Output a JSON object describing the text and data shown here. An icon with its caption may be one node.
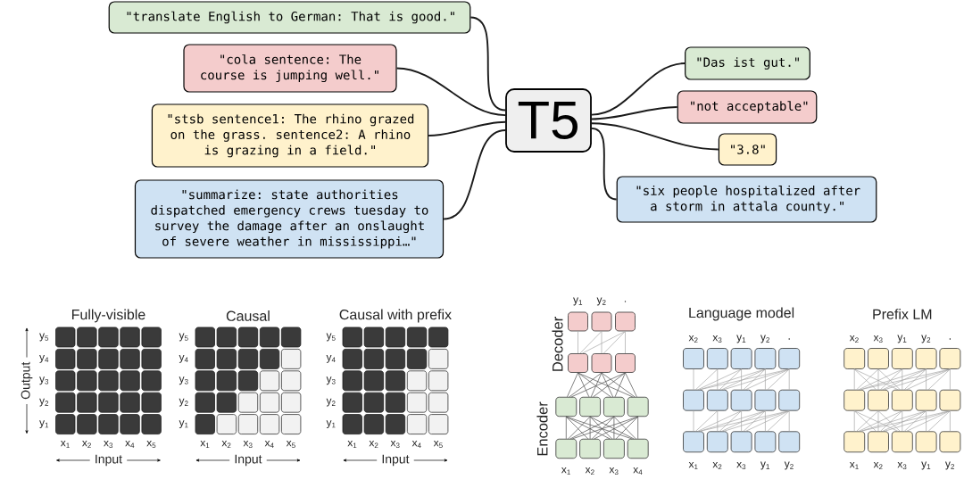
{
  "diagram": {
    "nodes": [
      {
        "text": [
          "\"translate English to German: That is good.\""
        ]
      },
      {
        "text": [
          "\"cola sentence: The course is jumping well.\""
        ]
      },
      {
        "text": [
          "\"stsb sentence1: The rhino grazed on the grass. sentence2: A rhino is grazing in a field.\""
        ]
      },
      {
        "text": [
          "\"summarize: state authorities dispatched emergency crews tuesday to survey the damage after an onslaught of severe weather in mississippi…\""
        ]
      },
      {
        "text": [
          "T5"
        ]
      },
      {
        "text": [
          "\"Das ist gut.\""
        ]
      },
      {
        "text": [
          "\"not acceptable\""
        ]
      },
      {
        "text": [
          "\"3.8\""
        ]
      },
      {
        "text": [
          "\"six people hospitalized after a storm in attala county.\""
        ]
      },
      {
        "text": [],
        "shape": "box"
      },
      {
        "text": [],
        "shape": "box"
      },
      {
        "text": [],
        "shape": "box"
      },
      {
        "text": [],
        "shape": "box"
      },
      {
        "text": [],
        "shape": "box"
      },
      {
        "text": [],
        "shape": "box"
      },
      {
        "text": [],
        "shape": "box"
      },
      {
        "text": [],
        "shape": "box"
      },
      {
        "text": [],
        "shape": "box"
      },
      {
        "text": [],
        "shape": "box"
      },
      {
        "text": [],
        "shape": "box"
      },
      {
        "text": [],
        "shape": "box"
      },
      {
        "text": [],
        "shape": "box"
      },
      {
        "text": [],
        "shape": "box"
      },
      {
        "text": [],
        "shape": "box"
      },
      {
        "text": [],
        "shape": "box"
      },
      {
        "text": [],
        "shape": "box"
      },
      {
        "text": [],
        "shape": "box"
      },
      {
        "text": [],
        "shape": "box"
      },
      {
        "text": [],
        "shape": "box"
      },
      {
        "text": [],
        "shape": "box"
      },
      {
        "text": [],
        "shape": "box"
      },
      {
        "text": [],
        "shape": "box"
      },
      {
        "text": [],
        "shape": "box"
      },
      {
        "text": [],
        "shape": "box"
      },
      {
        "text": [],
        "shape": "box"
      },
      {
        "text": [],
        "shape": "box"
      },
      {
        "text": [],
        "shape": "box"
      },
      {
        "text": [],
        "shape": "box"
      },
      {
        "text": [],
        "shape": "box"
      },
      {
        "text": [],
        "shape": "box"
      },
      {
        "text": [],
        "shape": "box"
      },
      {
        "text": [],
        "shape": "box"
      },
      {
        "text": [],
        "shape": "box"
      },
      {
        "text": [],
        "shape": "box"
      },
      {
        "text": [],
        "shape": "box"
      },
      {
        "text": [],
        "shape": "box"
      },
      {
        "text": [],
        "shape": "box"
      },
      {
        "text": [],
        "shape": "box"
      },
      {
        "text": [],
        "shape": "box"
      },
      {
        "text": [],
        "shape": "box"
      },
      {
        "text": [],
        "shape": "box"
      },
      {
        "text": [],
        "shape": "box"
      },
      {
        "text": [],
        "shape": "box"
      }
    ],
    "edges": [
      {
        "from": 0,
        "to": 4,
        "arrow": "none",
        "color": "#1a1a1a"
      },
      {
        "from": 1,
        "to": 4,
        "arrow": "none",
        "color": "#1a1a1a"
      },
      {
        "from": 2,
        "to": 4,
        "arrow": "none",
        "color": "#1a1a1a"
      },
      {
        "from": 3,
        "to": 4,
        "arrow": "none",
        "color": "#1a1a1a"
      },
      {
        "from": 4,
        "to": 5,
        "arrow": "none",
        "color": "#1a1a1a"
      },
      {
        "from": 4,
        "to": 6,
        "arrow": "none",
        "color": "#1a1a1a"
      },
      {
        "from": 4,
        "to": 7,
        "arrow": "none",
        "color": "#1a1a1a"
      },
      {
        "from": 4,
        "to": 8,
        "arrow": "none",
        "color": "#1a1a1a"
      },
      {
        "from": 19,
        "to": 15,
        "arrow": "none",
        "color": "#4d4d4d"
      },
      {
        "from": 19,
        "to": 16,
        "arrow": "none",
        "color": "#4d4d4d"
      },
      {
        "from": 19,
        "to": 17,
        "arrow": "none",
        "color": "#4d4d4d"
      },
      {
        "from": 19,
        "to": 18,
        "arrow": "none",
        "color": "#4d4d4d"
      },
      {
        "from": 20,
        "to": 15,
        "arrow": "none",
        "color": "#4d4d4d"
      },
      {
        "from": 20,
        "to": 16,
        "arrow": "none",
        "color": "#4d4d4d"
      },
      {
        "from": 20,
        "to": 17,
        "arrow": "none",
        "color": "#4d4d4d"
      },
      {
        "from": 20,
        "to": 18,
        "arrow": "none",
        "color": "#4d4d4d"
      },
      {
        "from": 21,
        "to": 15,
        "arrow": "none",
        "color": "#4d4d4d"
      },
      {
        "from": 21,
        "to": 16,
        "arrow": "none",
        "color": "#4d4d4d"
      },
      {
        "from": 21,
        "to": 17,
        "arrow": "none",
        "color": "#4d4d4d"
      },
      {
        "from": 21,
        "to": 18,
        "arrow": "none",
        "color": "#4d4d4d"
      },
      {
        "from": 22,
        "to": 15,
        "arrow": "none",
        "color": "#4d4d4d"
      },
      {
        "from": 22,
        "to": 16,
        "arrow": "none",
        "color": "#4d4d4d"
      },
      {
        "from": 22,
        "to": 17,
        "arrow": "none",
        "color": "#4d4d4d"
      },
      {
        "from": 22,
        "to": 18,
        "arrow": "none",
        "color": "#4d4d4d"
      },
      {
        "from": 15,
        "to": 12,
        "arrow": "none",
        "color": "#4d4d4d"
      },
      {
        "from": 15,
        "to": 13,
        "arrow": "none",
        "color": "#4d4d4d"
      },
      {
        "from": 15,
        "to": 14,
        "arrow": "none",
        "color": "#4d4d4d"
      },
      {
        "from": 16,
        "to": 12,
        "arrow": "none",
        "color": "#4d4d4d"
      },
      {
        "from": 16,
        "to": 13,
        "arrow": "none",
        "color": "#4d4d4d"
      },
      {
        "from": 16,
        "to": 14,
        "arrow": "none",
        "color": "#4d4d4d"
      },
      {
        "from": 17,
        "to": 12,
        "arrow": "none",
        "color": "#4d4d4d"
      },
      {
        "from": 17,
        "to": 13,
        "arrow": "none",
        "color": "#4d4d4d"
      },
      {
        "from": 17,
        "to": 14,
        "arrow": "none",
        "color": "#4d4d4d"
      },
      {
        "from": 18,
        "to": 12,
        "arrow": "none",
        "color": "#4d4d4d"
      },
      {
        "from": 18,
        "to": 13,
        "arrow": "none",
        "color": "#4d4d4d"
      },
      {
        "from": 18,
        "to": 14,
        "arrow": "none",
        "color": "#4d4d4d"
      },
      {
        "from": 12,
        "to": 9,
        "arrow": "none"
      },
      {
        "from": 12,
        "to": 10,
        "arrow": "none"
      },
      {
        "from": 12,
        "to": 11,
        "arrow": "none"
      },
      {
        "from": 13,
        "to": 10,
        "arrow": "none"
      },
      {
        "from": 13,
        "to": 11,
        "arrow": "none"
      },
      {
        "from": 14,
        "to": 11,
        "arrow": "none"
      },
      {
        "from": 33,
        "to": 28,
        "arrow": "none"
      },
      {
        "from": 33,
        "to": 29,
        "arrow": "none"
      },
      {
        "from": 33,
        "to": 30,
        "arrow": "none"
      },
      {
        "from": 33,
        "to": 31,
        "arrow": "none"
      },
      {
        "from": 33,
        "to": 32,
        "arrow": "none"
      },
      {
        "from": 34,
        "to": 29,
        "arrow": "none"
      },
      {
        "from": 34,
        "to": 30,
        "arrow": "none"
      },
      {
        "from": 34,
        "to": 31,
        "arrow": "none"
      },
      {
        "from": 34,
        "to": 32,
        "arrow": "none"
      },
      {
        "from": 35,
        "to": 30,
        "arrow": "none"
      },
      {
        "from": 35,
        "to": 31,
        "arrow": "none"
      },
      {
        "from": 35,
        "to": 32,
        "arrow": "none"
      },
      {
        "from": 36,
        "to": 31,
        "arrow": "none"
      },
      {
        "from": 36,
        "to": 32,
        "arrow": "none"
      },
      {
        "from": 37,
        "to": 32,
        "arrow": "none"
      },
      {
        "from": 28,
        "to": 23,
        "arrow": "none"
      },
      {
        "from": 28,
        "to": 24,
        "arrow": "none"
      },
      {
        "from": 28,
        "to": 25,
        "arrow": "none"
      },
      {
        "from": 28,
        "to": 26,
        "arrow": "none"
      },
      {
        "from": 28,
        "to": 27,
        "arrow": "none"
      },
      {
        "from": 29,
        "to": 24,
        "arrow": "none"
      },
      {
        "from": 29,
        "to": 25,
        "arrow": "none"
      },
      {
        "from": 29,
        "to": 26,
        "arrow": "none"
      },
      {
        "from": 29,
        "to": 27,
        "arrow": "none"
      },
      {
        "from": 30,
        "to": 25,
        "arrow": "none"
      },
      {
        "from": 30,
        "to": 26,
        "arrow": "none"
      },
      {
        "from": 30,
        "to": 27,
        "arrow": "none"
      },
      {
        "from": 31,
        "to": 26,
        "arrow": "none"
      },
      {
        "from": 31,
        "to": 27,
        "arrow": "none"
      },
      {
        "from": 32,
        "to": 27,
        "arrow": "none"
      },
      {
        "from": 48,
        "to": 43,
        "arrow": "none"
      },
      {
        "from": 48,
        "to": 44,
        "arrow": "none"
      },
      {
        "from": 48,
        "to": 45,
        "arrow": "none"
      },
      {
        "from": 48,
        "to": 46,
        "arrow": "none"
      },
      {
        "from": 48,
        "to": 47,
        "arrow": "none"
      },
      {
        "from": 49,
        "to": 43,
        "arrow": "none"
      },
      {
        "from": 49,
        "to": 44,
        "arrow": "none"
      },
      {
        "from": 49,
        "to": 45,
        "arrow": "none"
      },
      {
        "from": 49,
        "to": 46,
        "arrow": "none"
      },
      {
        "from": 49,
        "to": 47,
        "arrow": "none"
      },
      {
        "from": 50,
        "to": 43,
        "arrow": "none"
      },
      {
        "from": 50,
        "to": 44,
        "arrow": "none"
      },
      {
        "from": 50,
        "to": 45,
        "arrow": "none"
      },
      {
        "from": 50,
        "to": 46,
        "arrow": "none"
      },
      {
        "from": 50,
        "to": 47,
        "arrow": "none"
      },
      {
        "from": 51,
        "to": 46,
        "arrow": "none"
      },
      {
        "from": 51,
        "to": 47,
        "arrow": "none"
      },
      {
        "from": 52,
        "to": 47,
        "arrow": "none"
      },
      {
        "from": 43,
        "to": 38,
        "arrow": "none"
      },
      {
        "from": 43,
        "to": 39,
        "arrow": "none"
      },
      {
        "from": 43,
        "to": 40,
        "arrow": "none"
      },
      {
        "from": 43,
        "to": 41,
        "arrow": "none"
      },
      {
        "from": 43,
        "to": 42,
        "arrow": "none"
      },
      {
        "from": 44,
        "to": 38,
        "arrow": "none"
      },
      {
        "from": 44,
        "to": 39,
        "arrow": "none"
      },
      {
        "from": 44,
        "to": 40,
        "arrow": "none"
      },
      {
        "from": 44,
        "to": 41,
        "arrow": "none"
      },
      {
        "from": 44,
        "to": 42,
        "arrow": "none"
      },
      {
        "from": 45,
        "to": 38,
        "arrow": "none"
      },
      {
        "from": 45,
        "to": 39,
        "arrow": "none"
      },
      {
        "from": 45,
        "to": 40,
        "arrow": "none"
      },
      {
        "from": 45,
        "to": 41,
        "arrow": "none"
      },
      {
        "from": 45,
        "to": 42,
        "arrow": "none"
      },
      {
        "from": 46,
        "to": 41,
        "arrow": "none"
      },
      {
        "from": 46,
        "to": 42,
        "arrow": "none"
      },
      {
        "from": 47,
        "to": 42,
        "arrow": "none"
      }
    ],
    "labels": [
      "Fully-visible",
      "Output",
      "y$_{5}$",
      "y$_{4}$",
      "y$_{3}$",
      "y$_{2}$",
      "y$_{1}$",
      "x$_{1}$",
      "x$_{2}$",
      "x$_{3}$",
      "x$_{4}$",
      "x$_{5}$",
      "Input",
      "Causal",
      "y$_{5}$",
      "y$_{4}$",
      "y$_{3}$",
      "y$_{2}$",
      "y$_{1}$",
      "x$_{1}$",
      "x$_{2}$",
      "x$_{3}$",
      "x$_{4}$",
      "x$_{5}$",
      "Input",
      "Causal with prefix",
      "y$_{5}$",
      "y$_{4}$",
      "y$_{3}$",
      "y$_{2}$",
      "y$_{1}$",
      "x$_{1}$",
      "x$_{2}$",
      "x$_{3}$",
      "x$_{4}$",
      "x$_{5}$",
      "Input",
      "y$_{1}$",
      "y$_{2}$",
      ".",
      "Decoder",
      "Encoder",
      "x$_{1}$",
      "x$_{2}$",
      "x$_{3}$",
      "x$_{4}$",
      "Language model",
      "x$_{2}$",
      "x$_{3}$",
      "y$_{1}$",
      "y$_{2}$",
      ".",
      "x$_{1}$",
      "x$_{2}$",
      "x$_{3}$",
      "y$_{1}$",
      "y$_{2}$",
      "Prefix LM",
      "x$_{2}$",
      "x$_{3}$",
      "y$_{1}$",
      "y$_{2}$",
      ".",
      "x$_{1}$",
      "x$_{2}$",
      "x$_{3}$",
      "y$_{1}$",
      "y$_{2}$"
    ]
  }
}
